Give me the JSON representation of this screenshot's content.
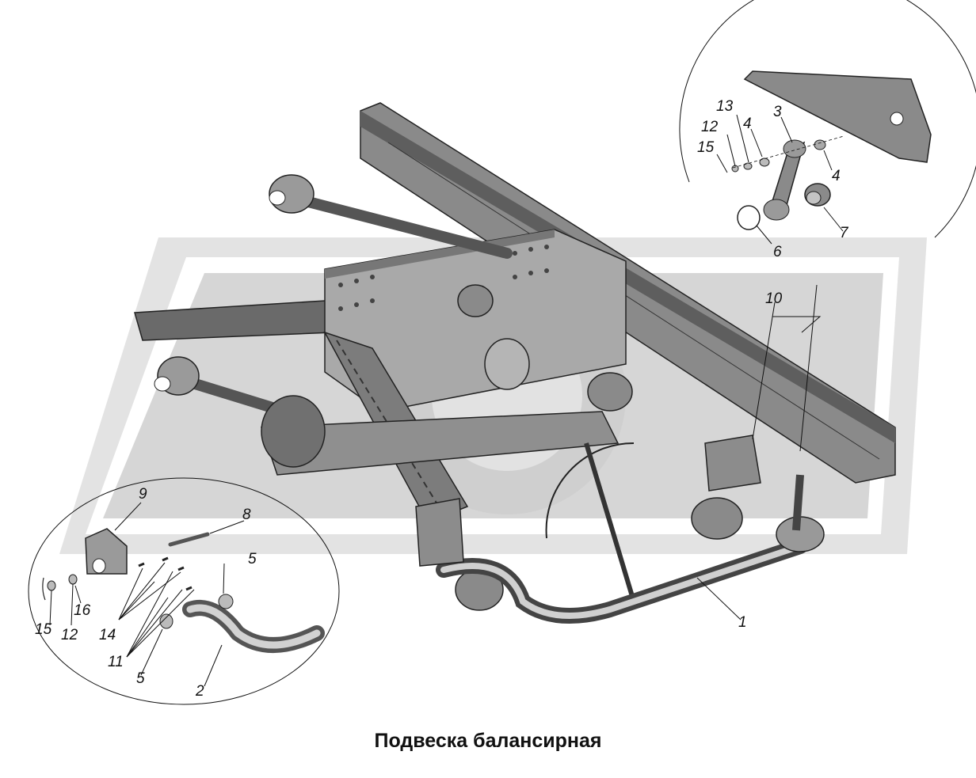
{
  "caption": "Подвеска балансирная",
  "callouts": [
    {
      "id": "1",
      "text": "1"
    },
    {
      "id": "2",
      "text": "2"
    },
    {
      "id": "3",
      "text": "3"
    },
    {
      "id": "4a",
      "text": "4"
    },
    {
      "id": "4b",
      "text": "4"
    },
    {
      "id": "5a",
      "text": "5"
    },
    {
      "id": "5b",
      "text": "5"
    },
    {
      "id": "6",
      "text": "6"
    },
    {
      "id": "7",
      "text": "7"
    },
    {
      "id": "8",
      "text": "8"
    },
    {
      "id": "9",
      "text": "9"
    },
    {
      "id": "10",
      "text": "10"
    },
    {
      "id": "11",
      "text": "11"
    },
    {
      "id": "12a",
      "text": "12"
    },
    {
      "id": "12b",
      "text": "12"
    },
    {
      "id": "13",
      "text": "13"
    },
    {
      "id": "14",
      "text": "14"
    },
    {
      "id": "15a",
      "text": "15"
    },
    {
      "id": "15b",
      "text": "15"
    },
    {
      "id": "16",
      "text": "16"
    }
  ],
  "colors": {
    "watermark": "#d4d4d4",
    "part_dark": "#5a5a5a",
    "part_mid": "#8c8c8c",
    "part_light": "#bdbdbd",
    "line": "#111111"
  }
}
